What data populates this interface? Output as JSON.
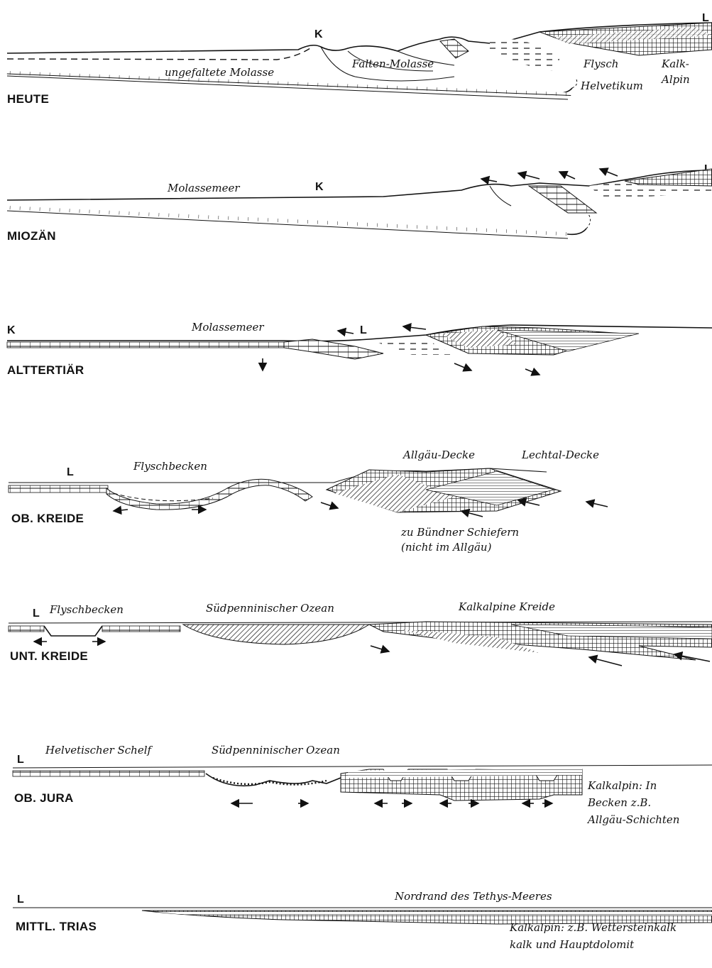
{
  "sections": [
    {
      "period": "HEUTE",
      "labels": [
        "ungefaltete Molasse",
        "Falten-Molasse",
        "Flysch",
        "Kalk-",
        "Alpin",
        "Helvetikum"
      ],
      "markers": [
        "K",
        "L"
      ]
    },
    {
      "period": "MIOZÄN",
      "labels": [
        "Molassemeer"
      ],
      "markers": [
        "K",
        "L"
      ]
    },
    {
      "period": "ALTTERTIÄR",
      "labels": [
        "Molassemeer"
      ],
      "markers": [
        "K",
        "L"
      ]
    },
    {
      "period": "OB. KREIDE",
      "labels": [
        "Flyschbecken",
        "Allgäu-Decke",
        "Lechtal-Decke",
        "zu Bündner Schiefern",
        "(nicht im Allgäu)"
      ],
      "markers": [
        "L"
      ]
    },
    {
      "period": "UNT. KREIDE",
      "labels": [
        "Flyschbecken",
        "Südpenninischer Ozean",
        "Kalkalpine Kreide"
      ],
      "markers": [
        "L"
      ]
    },
    {
      "period": "OB. JURA",
      "labels": [
        "Helvetischer Schelf",
        "Südpenninischer Ozean",
        "Kalkalpin: In",
        "Becken z.B.",
        "Allgäu-Schichten"
      ],
      "markers": [
        "L"
      ]
    },
    {
      "period": "MITTL. TRIAS",
      "labels": [
        "Nordrand des Tethys-Meeres",
        "Kalkalpin: z.B. Wettersteinkalk",
        "kalk und Hauptdolomit"
      ],
      "markers": [
        "L"
      ]
    }
  ],
  "icons": {
    "arrow": "arrow-icon"
  }
}
